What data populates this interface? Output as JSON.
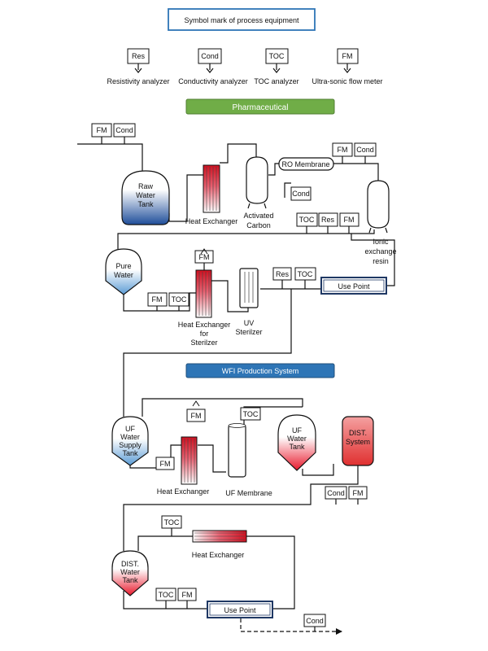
{
  "title": "Symbol mark of process equipment",
  "legend": [
    {
      "code": "Res",
      "label": "Resistivity analyzer"
    },
    {
      "code": "Cond",
      "label": "Conductivity analyzer"
    },
    {
      "code": "TOC",
      "label": "TOC analyzer"
    },
    {
      "code": "FM",
      "label": "Ultra-sonic flow meter"
    }
  ],
  "sections": {
    "pharma": "Pharmaceutical",
    "wfi": "WFI Production System"
  },
  "instruments": {
    "fm": "FM",
    "cond": "Cond",
    "toc": "TOC",
    "res": "Res"
  },
  "equipment": {
    "raw_tank": [
      "Raw",
      "Water",
      "Tank"
    ],
    "hx1": "Heat Exchanger",
    "carbon": [
      "Activated",
      "Carbon"
    ],
    "ro": "RO Membrane",
    "ion": [
      "Ionic",
      "exchange",
      "resin"
    ],
    "pure_tank": [
      "Pure",
      "Water"
    ],
    "use_point_1": "Use Point",
    "hx_steril": [
      "Heat Exchanger",
      "for",
      "Sterilzer"
    ],
    "uv": [
      "UV",
      "Sterilzer"
    ],
    "uf_supply": [
      "UF",
      "Water",
      "Supply",
      "Tank"
    ],
    "hx2": "Heat Exchanger",
    "uf_membrane": "UF Membrane",
    "uf_tank": [
      "UF",
      "Water",
      "Tank"
    ],
    "dist_system": [
      "DIST.",
      "System"
    ],
    "dist_tank": [
      "DIST.",
      "Water",
      "Tank"
    ],
    "hx3": "Heat Exchanger",
    "use_point_2": "Use Point"
  },
  "colors": {
    "pharma_banner": "#70ad47",
    "wfi_banner": "#2e75b6",
    "blue_fill": "#2f5597",
    "red_fill": "#e8192c",
    "title_border": "#2e75b6"
  }
}
